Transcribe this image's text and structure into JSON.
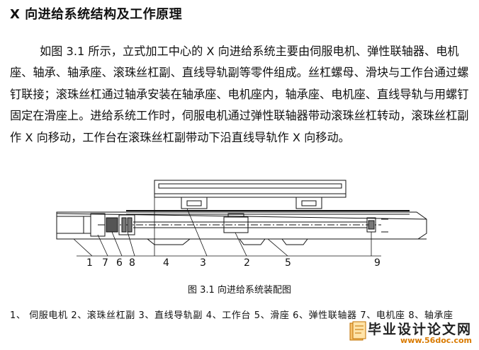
{
  "heading": "X 向进给系统结构及工作原理",
  "paragraph": "如图 3.1 所示，立式加工中心的 X 向进给系统主要由伺服电机、弹性联轴器、电机座、轴承、轴承座、滚珠丝杠副、直线导轨副等零件组成。丝杠螺母、滑块与工作台通过螺钉联接；滚珠丝杠通过轴承安装在轴承座、电机座内，轴承座、电机座、直线导轨与用螺钉固定在滑座上。进给系统工作时，伺服电机通过弹性联轴器带动滚珠丝杠转动，滚珠丝杠副作 X 向移动，工作台在滚珠丝杠副带动下沿直线导轨作 X 向移动。",
  "figure": {
    "callouts": [
      "1",
      "7",
      "6",
      "8",
      "4",
      "3",
      "2",
      "5",
      "9"
    ],
    "caption": "图 3.1 向进给系统装配图"
  },
  "legend": "1、 伺服电机 2、滚珠丝杠副 3、直线导轨副 4、工作台 5、滑座 6、弹性联轴器 7、电机座 8、轴承座",
  "watermark": {
    "title": "毕业设计论文网",
    "url": "www.56doc.com"
  }
}
